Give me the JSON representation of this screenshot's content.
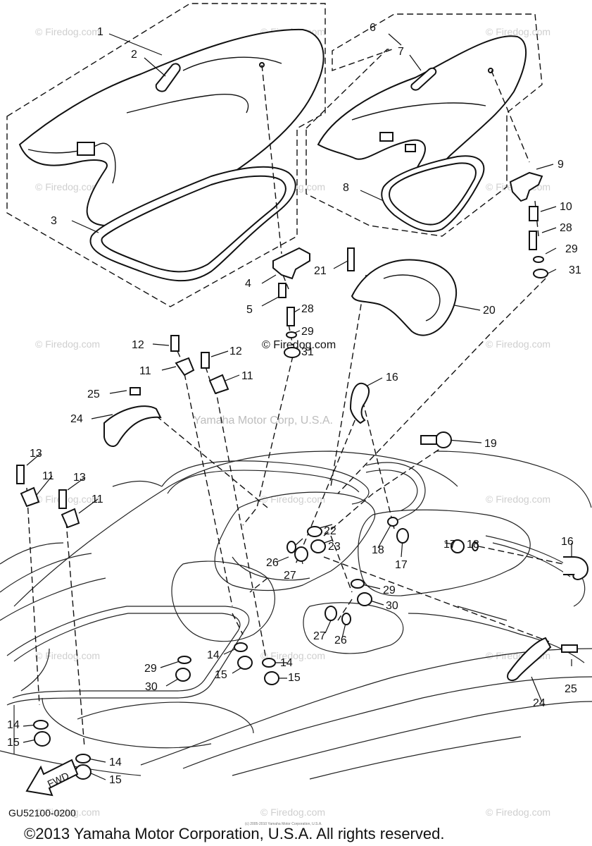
{
  "diagram": {
    "callouts": [
      "1",
      "2",
      "3",
      "4",
      "5",
      "6",
      "7",
      "8",
      "9",
      "10",
      "12",
      "11",
      "28",
      "29",
      "31",
      "21",
      "20",
      "16",
      "25",
      "24",
      "19",
      "13",
      "22",
      "23",
      "26",
      "27",
      "18",
      "17",
      "30",
      "14",
      "15"
    ],
    "diagram_code": "GU52100-0200",
    "copyright": "©2013 Yamaha Motor Corporation, U.S.A. All rights reserved.",
    "watermarks": {
      "site": "© Firedog.com",
      "center": "Yamaha Motor Corp, U.S.A.",
      "fine_print": "(c) 2005-2010 Yamaha Motor Corporation, U.S.A."
    },
    "fwd_arrow_label": "FWD"
  }
}
